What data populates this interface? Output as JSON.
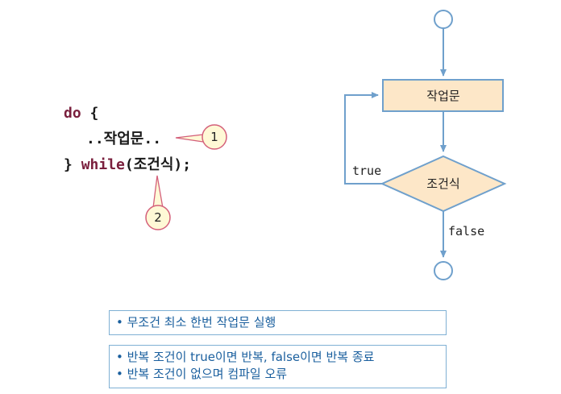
{
  "code": {
    "line1_kw": "do",
    "line1_rest": " {",
    "line2": "..작업문..",
    "line3_open": "} ",
    "line3_kw": "while",
    "line3_rest": "(조건식);"
  },
  "callouts": [
    {
      "number": "1"
    },
    {
      "number": "2"
    }
  ],
  "flowchart": {
    "nodes": {
      "process": "작업문",
      "condition": "조건식"
    },
    "edges": {
      "loop_label": "true",
      "exit_label": "false"
    }
  },
  "notes": [
    {
      "lines": [
        "• 무조건 최소 한번 작업문 실행"
      ]
    },
    {
      "lines": [
        "• 반복 조건이 true이면 반복, false이면 반복 종료",
        "• 반복 조건이 없으며 컴파일 오류"
      ]
    }
  ],
  "colors": {
    "keyword": "#7a1f3d",
    "callout_stroke": "#d4607a",
    "callout_fill": "#fff9d6",
    "flow_stroke": "#6fa0cc",
    "process_fill": "#fde7c8",
    "condition_fill": "#fde7c8",
    "node_stroke": "#6fa0cc",
    "note_border": "#7fb0d4",
    "note_text": "#1a5f9e"
  }
}
